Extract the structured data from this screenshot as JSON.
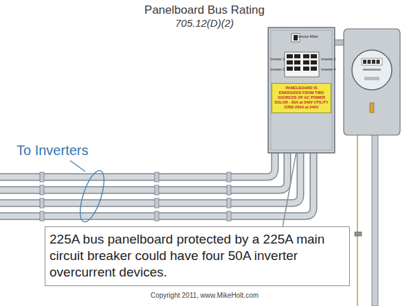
{
  "diagram": {
    "title": "Panelboard Bus Rating",
    "nodes": [
      {
        "text": [
          "Service Main",
          "Inverter 1",
          "Inverter 3",
          "Inverter 2",
          "Inverter 4"
        ]
      },
      {
        "text": [
          "PANELBOARD IS ENERGIZED FROM TWO SOURCES OF AC POWER SOLAR - 30A at 240V UTILITY GRID 200A at 240V"
        ],
        "in": 0
      },
      {
        "text": [
          "225A bus panelboard protected by a 225A main circuit breaker could have four 50A inverter overcurrent devices."
        ]
      }
    ],
    "edges": [
      {
        "from": 2,
        "to": 0,
        "arrow": "none"
      }
    ],
    "labels": [
      "705.12(D)(2)",
      "To Inverters",
      "Copyright 2011, www.MikeHolt.com"
    ]
  }
}
